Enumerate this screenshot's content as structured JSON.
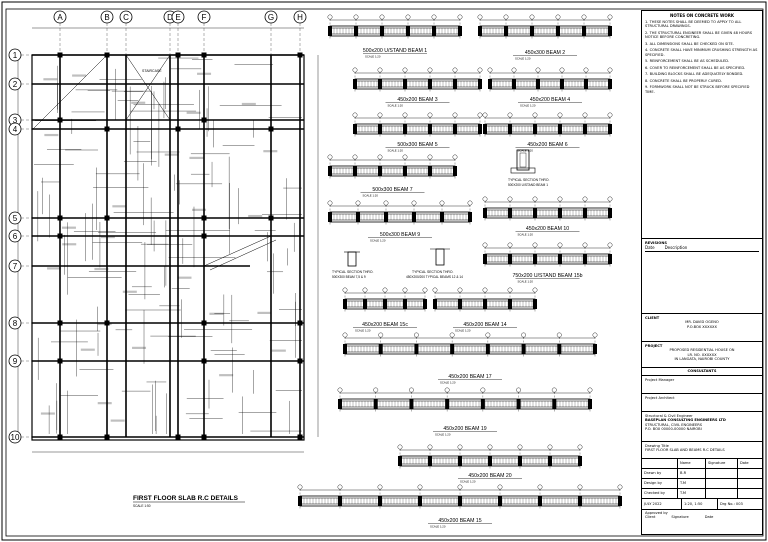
{
  "plan": {
    "grid_letters": [
      "A",
      "B",
      "C",
      "D",
      "E",
      "F",
      "G",
      "H"
    ],
    "grid_numbers": [
      "1",
      "2",
      "3",
      "4",
      "5",
      "6",
      "7",
      "8",
      "9",
      "10"
    ],
    "staircase_label": "STAIRCASE",
    "title": "FIRST FLOOR SLAB R.C DETAILS",
    "scale": "SCALE 1:50"
  },
  "beams": [
    {
      "label": "500x200 U/STAND BEAM 1",
      "scale": "SCALE 1:20"
    },
    {
      "label": "450x300 BEAM 2",
      "scale": "SCALE 1:20"
    },
    {
      "label": "450x200 BEAM 3",
      "scale": "SCALE 1:20"
    },
    {
      "label": "450x200 BEAM 4",
      "scale": "SCALE 1:20"
    },
    {
      "label": "500x300 BEAM 5",
      "scale": "SCALE 1:20"
    },
    {
      "label": "450x200 BEAM 6",
      "scale": "SCALE 1:20"
    },
    {
      "label": "500x300 BEAM 7",
      "scale": "SCALE 1:20"
    },
    {
      "label": "500x300 BEAM 9",
      "scale": "SCALE 1:20"
    },
    {
      "label": "450x200 BEAM 10",
      "scale": "SCALE 1:20"
    },
    {
      "label": "750x200 U/STAND BEAM 15b",
      "scale": "SCALE 1:20"
    },
    {
      "label": "450x200 BEAM 15c",
      "scale": "SCALE 1:20"
    },
    {
      "label": "450x200 BEAM 14",
      "scale": "SCALE 1:20"
    },
    {
      "label": "450x200 BEAM 17",
      "scale": "SCALE 1:20"
    },
    {
      "label": "450x200 BEAM 19",
      "scale": "SCALE 1:20"
    },
    {
      "label": "450x200 BEAM 20",
      "scale": "SCALE 1:20"
    },
    {
      "label": "450x200 BEAM 15",
      "scale": "SCALE 1:20"
    }
  ],
  "sections": [
    {
      "label": "TYPICAL SECTION THRO.",
      "sub": "500X200 U/STAND BEAM 1"
    },
    {
      "label": "TYPICAL SECTION THRO.",
      "sub": "500X300 BEAM 7,5 & 9"
    },
    {
      "label": "TYPICAL SECTION THRO.",
      "sub": "450X200/200 TYPICAL BEAMS 12 & 14"
    }
  ],
  "title_block": {
    "notes_heading": "NOTES ON CONCRETE WORK",
    "notes": [
      "1. THESE NOTES SHALL BE DEEMED TO APPLY TO ALL STRUCTURAL DRAWINGS.",
      "2. THE STRUCTURAL ENGINEER SHALL BE GIVEN 48 HOURS NOTICE BEFORE CONCRETING.",
      "3. ALL DIMENSIONS SHALL BE CHECKED ON SITE.",
      "4. CONCRETE SHALL HAVE MINIMUM CRUSHING STRENGTH AS SPECIFIED.",
      "5. REINFORCEMENT SHALL BE AS SCHEDULED.",
      "6. COVER TO REINFORCEMENT SHALL BE AS SPECIFIED.",
      "7. BUILDING BLOCKS SHALL BE ADEQUATELY BONDED.",
      "8. CONCRETE SHALL BE PROPERLY CURED.",
      "9. FORMWORK SHALL NOT BE STRUCK BEFORE SPECIFIED TIME."
    ],
    "revisions_heading": "REVISIONS",
    "rev_date": "Date",
    "rev_description": "Description",
    "client_heading": "CLIENT",
    "client_name": "MR. DAVID OGENO",
    "client_box": "P.O.BOX XXXXXX",
    "project_heading": "PROJECT",
    "project_line1": "PROPOSED RESIDENTIAL HOUSE ON",
    "project_line2": "LR. NO. XXXXXX",
    "project_line3": "IN LANGATA, NAIROBI COUNTY",
    "consultants_heading": "CONSULTANTS",
    "project_manager": "Project Manager",
    "project_architect": "Project Architect",
    "structural_engineer": "Structural & Civil Engineer",
    "engineer_name": "BASEPLAN CONSULTING ENGINEERS LTD",
    "engineer_sub": "STRUCTURAL, CIVIL ENGINEERS",
    "engineer_addr": "P.O. BOX 00000-00000 NAIROBI",
    "drawing_title_label": "Drawing Title",
    "drawing_title": "FIRST FLOOR SLAB AND BEAMS R.C DETAILS",
    "name_label": "Name",
    "signature_label": "Signature",
    "date_label": "Date",
    "drawn_by": "Drawn by",
    "drawn_name": "B.R",
    "design_by": "Design by",
    "design_name": "T.M",
    "checked_by": "Checked by",
    "checked_name": "T.M",
    "date_value": "JULY 2022",
    "scale_value": "1:20, 1:50",
    "drg_no": "Drg No.: 003",
    "approved_by": "Approved by",
    "approved_sub": "Client",
    "sign_line": "Signature",
    "date_line": "Date"
  }
}
